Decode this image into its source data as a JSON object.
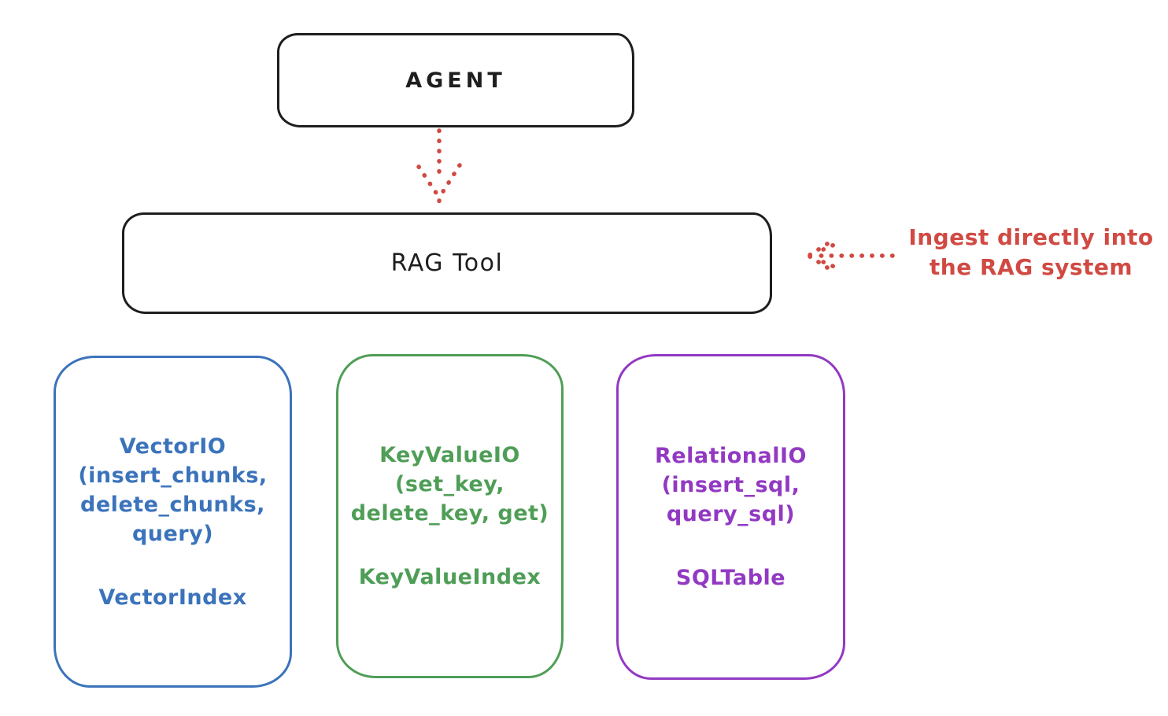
{
  "diagram": {
    "background": "#ffffff",
    "outline_color": "#1e1e1e",
    "agent_node": {
      "label": "AGENT"
    },
    "rag_tool_node": {
      "label": "RAG Tool"
    },
    "annotation": {
      "text": [
        "Ingest directly into",
        "the RAG system"
      ],
      "color": "#d04a43"
    },
    "arrows": [
      {
        "id": "agent-to-rag-tool",
        "style": "dotted",
        "direction": "down",
        "color": "#d04a43"
      },
      {
        "id": "ingest-into-rag",
        "style": "dotted",
        "direction": "left",
        "color": "#d04a43"
      }
    ],
    "stores": [
      {
        "interface_lines": [
          "VectorIO",
          "(insert_chunks,",
          "delete_chunks,",
          "query)"
        ],
        "index_label": "VectorIndex",
        "color": "#3b73bb"
      },
      {
        "interface_lines": [
          "KeyValueIO",
          "(set_key,",
          "delete_key, get)"
        ],
        "index_label": "KeyValueIndex",
        "color": "#4f9e57"
      },
      {
        "interface_lines": [
          "RelationalIO",
          "(insert_sql,",
          "query_sql)"
        ],
        "index_label": "SQLTable",
        "color": "#9239c3"
      }
    ]
  }
}
